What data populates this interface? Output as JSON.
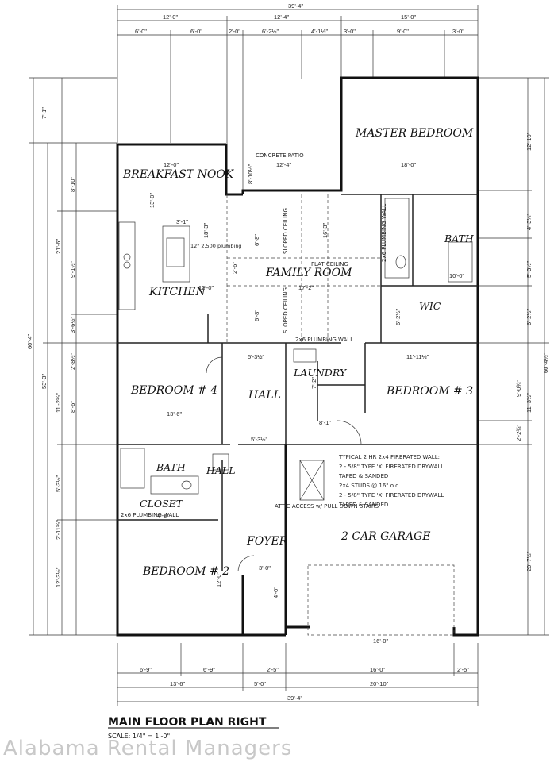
{
  "plan": {
    "title": "MAIN FLOOR PLAN RIGHT",
    "scale": "SCALE: 1/4\" = 1'-0\"",
    "watermark": "Alabama Rental Managers"
  },
  "rooms": {
    "master_bedroom": "MASTER BEDROOM",
    "breakfast_nook": "BREAKFAST NOOK",
    "family_room": "FAMILY ROOM",
    "kitchen": "KITCHEN",
    "bath_master": "BATH",
    "wic": "WIC",
    "bedroom4": "BEDROOM # 4",
    "hall": "HALL",
    "laundry": "LAUNDRY",
    "bedroom3": "BEDROOM # 3",
    "bath2": "BATH",
    "hall2": "HALL",
    "closet": "CLOSET",
    "foyer": "FOYER",
    "garage": "2 CAR GARAGE",
    "bedroom2": "BEDROOM # 2"
  },
  "labels": {
    "concrete_patio": "CONCRETE PATIO",
    "sloped_ceiling": "SLOPED CEILING",
    "flat_ceiling": "FLAT CEILING",
    "plumbing_wall": "2x6 PLUMBING WALL",
    "attic_access": "ATTIC ACCESS w/ PULL DOWN STAIRS",
    "firewall_note": [
      "TYPICAL 2 HR 2x4 FIRERATED WALL:",
      "2 - 5/8\" TYPE 'X' FIRERATED DRYWALL",
      "TAPED & SANDED",
      "2x4 STUDS @ 16\" o.c.",
      "2 - 5/8\" TYPE 'X' FIRERATED DRYWALL",
      "TAPED & SANDED"
    ],
    "plumbing_note": "12\" 2,500 plumbing"
  },
  "dims_top": {
    "overall": "39'-4\"",
    "row2": [
      "12'-0\"",
      "12'-4\"",
      "15'-0\""
    ],
    "row3": [
      "6'-0\"",
      "6'-0\"",
      "2'-0\"",
      "6'-2¼\"",
      "4'-1½\"",
      "3'-0\"",
      "9'-0\"",
      "3'-0\""
    ]
  },
  "dims_bottom": {
    "row1": [
      "6'-9\"",
      "6'-9\"",
      "2'-5\"",
      "16'-0\"",
      "2'-5\""
    ],
    "row2": [
      "13'-6\"",
      "5'-0\"",
      "20'-10\""
    ],
    "overall": "39'-4\""
  },
  "dims_left": {
    "overall": "60'-4\"",
    "sub": "53'-3\"",
    "parts": [
      "7'-1\"",
      "8'-10\"",
      "21'-6\"",
      "9'-1½\"",
      "3'-6½\"",
      "2'-8½\"",
      "11'-2½\"",
      "8'-6\"",
      "5'-3½\"",
      "2'-11½\"",
      "12'-3½\""
    ]
  },
  "dims_right": {
    "overall": "60'-4½\"",
    "parts": [
      "12'-10\"",
      "4'-3½\"",
      "5'-3½\"",
      "6'-2½\"",
      "9'-0¾\"",
      "11'-3½\"",
      "2'-2¾\"",
      "20'-7½\""
    ]
  },
  "dims_interior": {
    "nook_width": "12'-0\"",
    "nook_depth": "13'-0\"",
    "kitchen_island": "3'-1\"",
    "kitchen_depth": "18'-3\"",
    "kitchen_width": "12'-0\"",
    "patio_width": "12'-4\"",
    "patio_depth": "8'-10½\"",
    "master_width": "18'-0\"",
    "family_depth": "16'-3\"",
    "family_width": "17'-2\"",
    "sloped_h1": "6'-8\"",
    "sloped_h2": "2'-6\"",
    "sloped_h3": "6'-8\"",
    "bed4_width": "13'-6\"",
    "bed3_width": "11'-11½\"",
    "hall_width": "5'-3½\"",
    "laundry_depth": "7'-2\"",
    "laundry_width": "8'-1\"",
    "hall2_width": "5'-3½\"",
    "wic_depth": "6'-2½\"",
    "bath_width": "10'-0\"",
    "garage_width": "16'-0\"",
    "garage_depth": "4'-0\"",
    "bed2_depth": "12'-0\"",
    "foyer_door": "3'-0\"",
    "closet_width": "4'-0\""
  }
}
